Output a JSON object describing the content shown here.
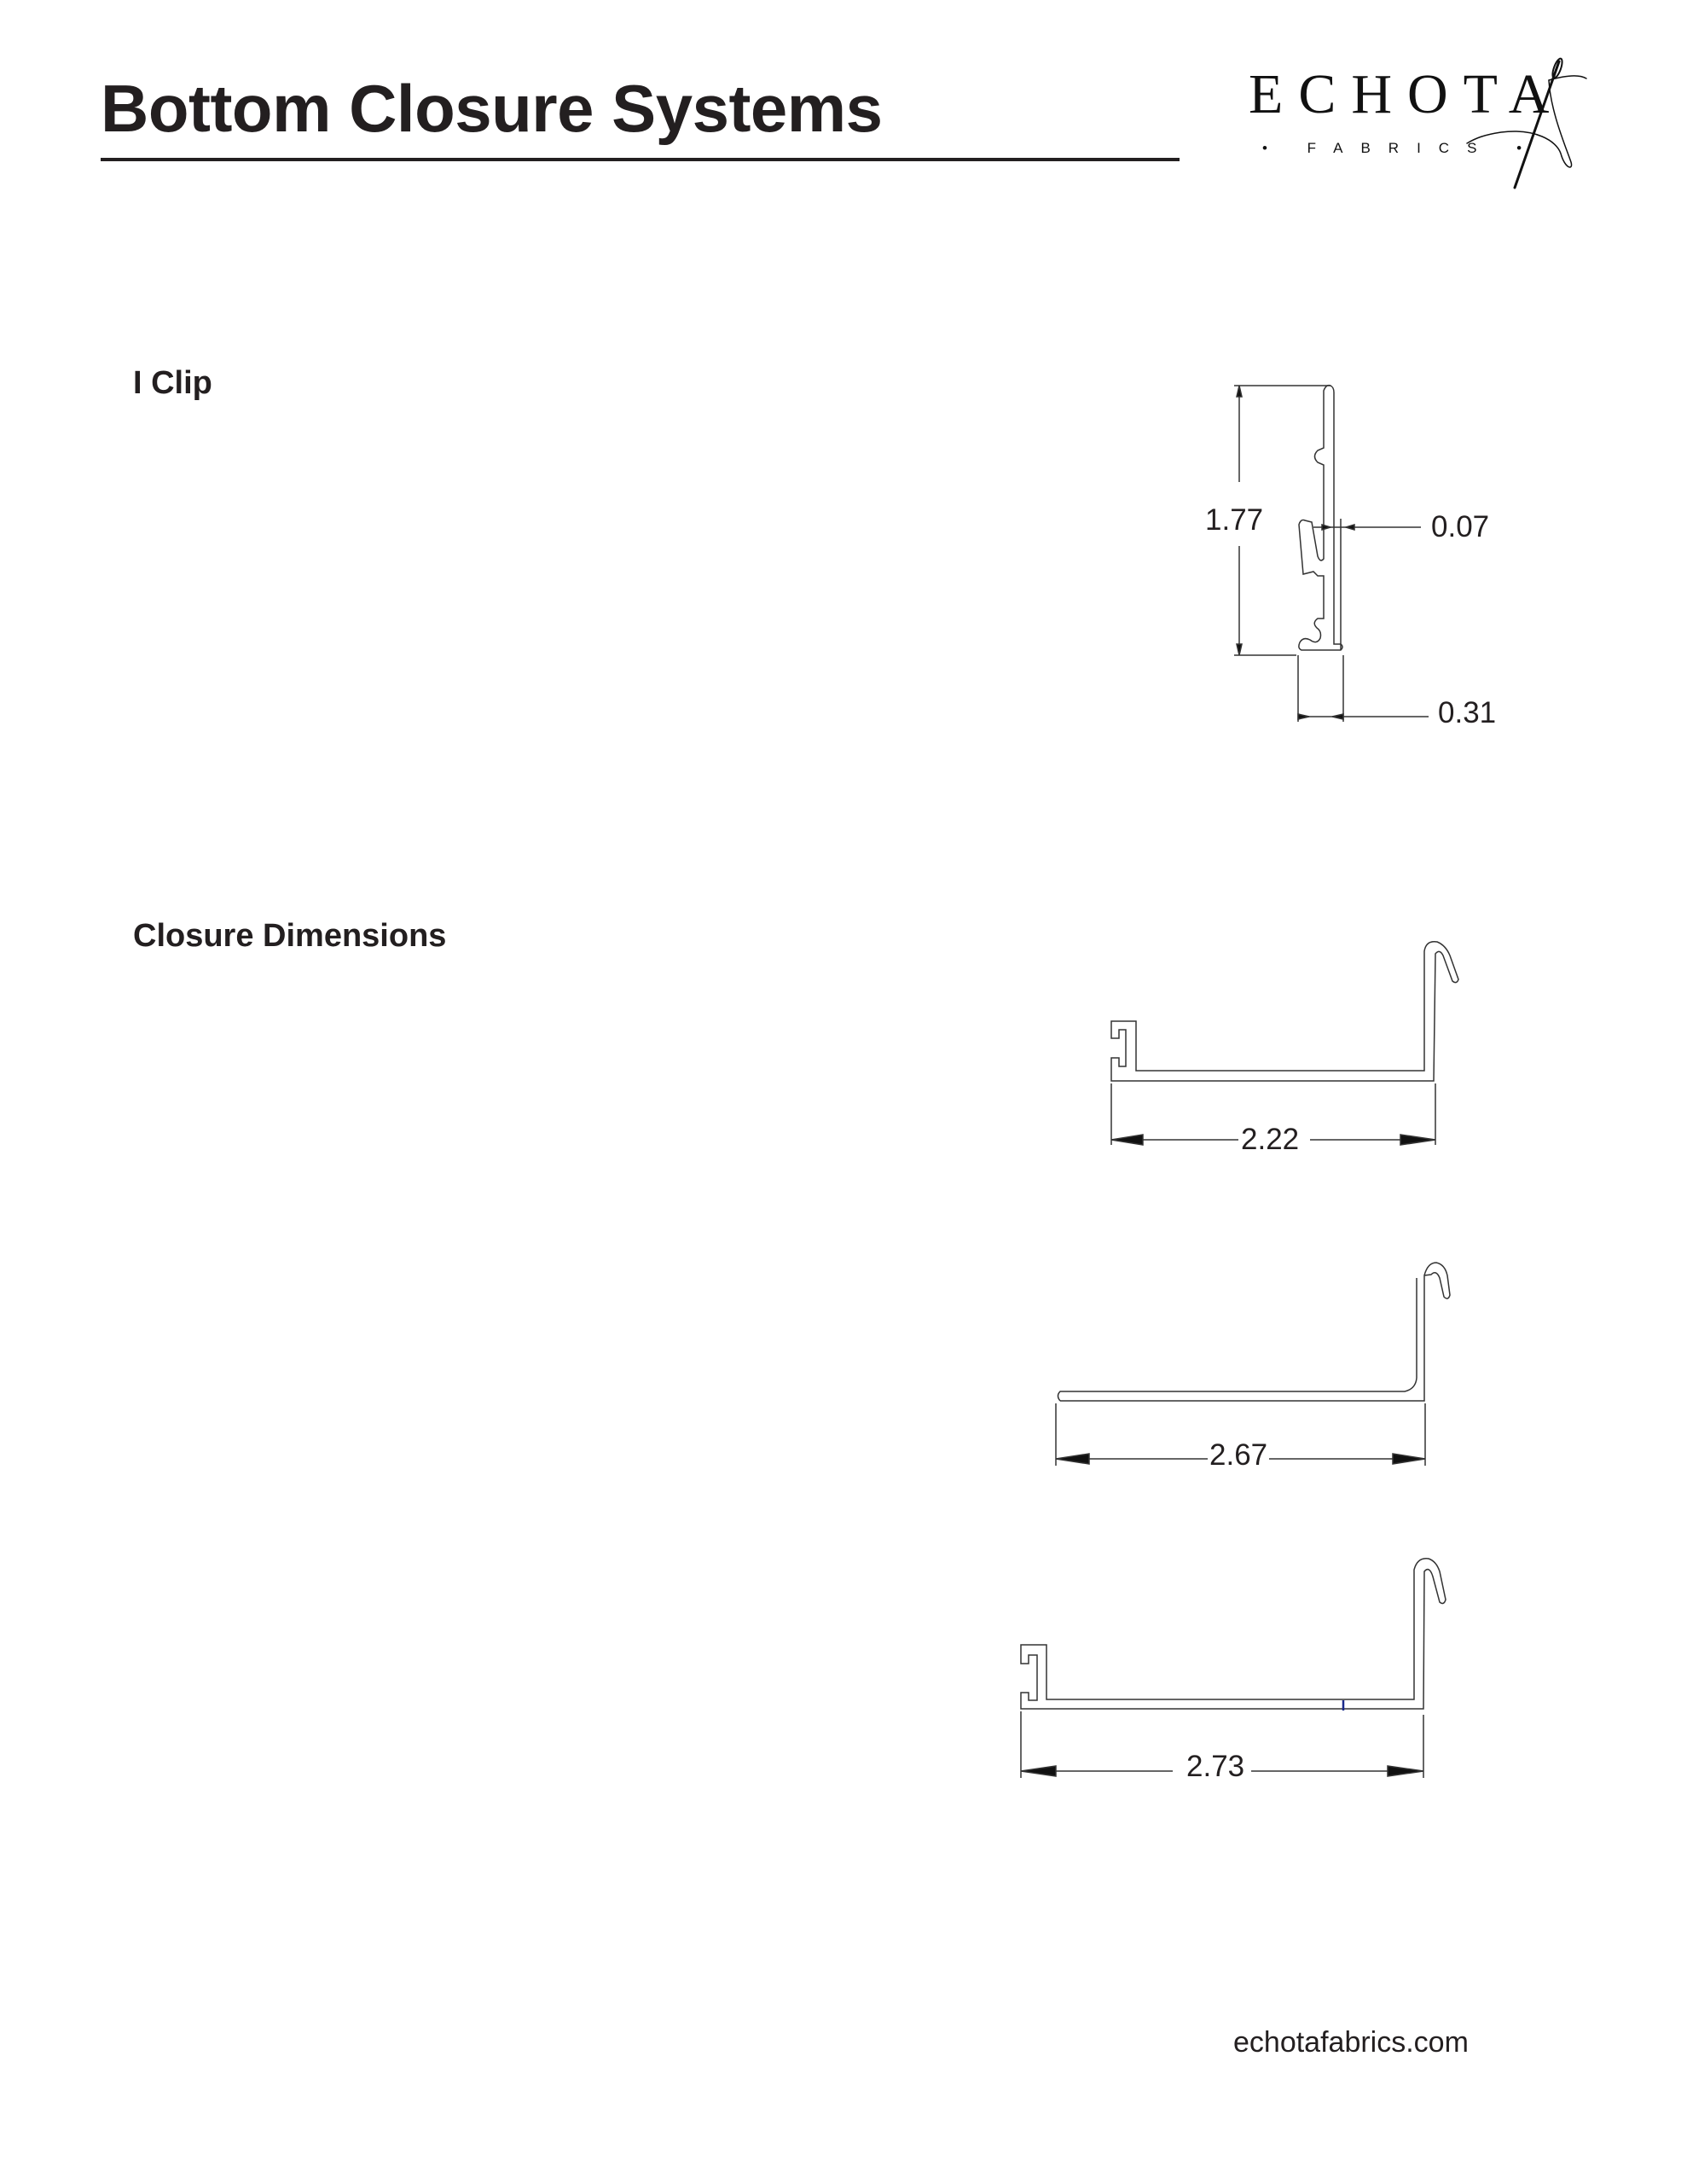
{
  "header": {
    "title": "Bottom Closure Systems",
    "logo": {
      "wordmark": "ECHOTA",
      "subtitle": "• FABRICS •",
      "icon": "needle-and-thread-icon"
    }
  },
  "sections": [
    {
      "heading": "I Clip",
      "drawing": {
        "name": "i-clip-profile",
        "dimensions": {
          "height": "1.77",
          "thickness": "0.07",
          "base_width": "0.31"
        }
      }
    },
    {
      "heading": "Closure Dimensions",
      "drawings": [
        {
          "name": "closure-profile-1",
          "width": "2.22"
        },
        {
          "name": "closure-profile-2",
          "width": "2.67"
        },
        {
          "name": "closure-profile-3",
          "width": "2.73"
        }
      ]
    }
  ],
  "footer": {
    "url": "echotafabrics.com"
  },
  "colors": {
    "text": "#231f20",
    "line": "#333333",
    "background": "#ffffff"
  }
}
